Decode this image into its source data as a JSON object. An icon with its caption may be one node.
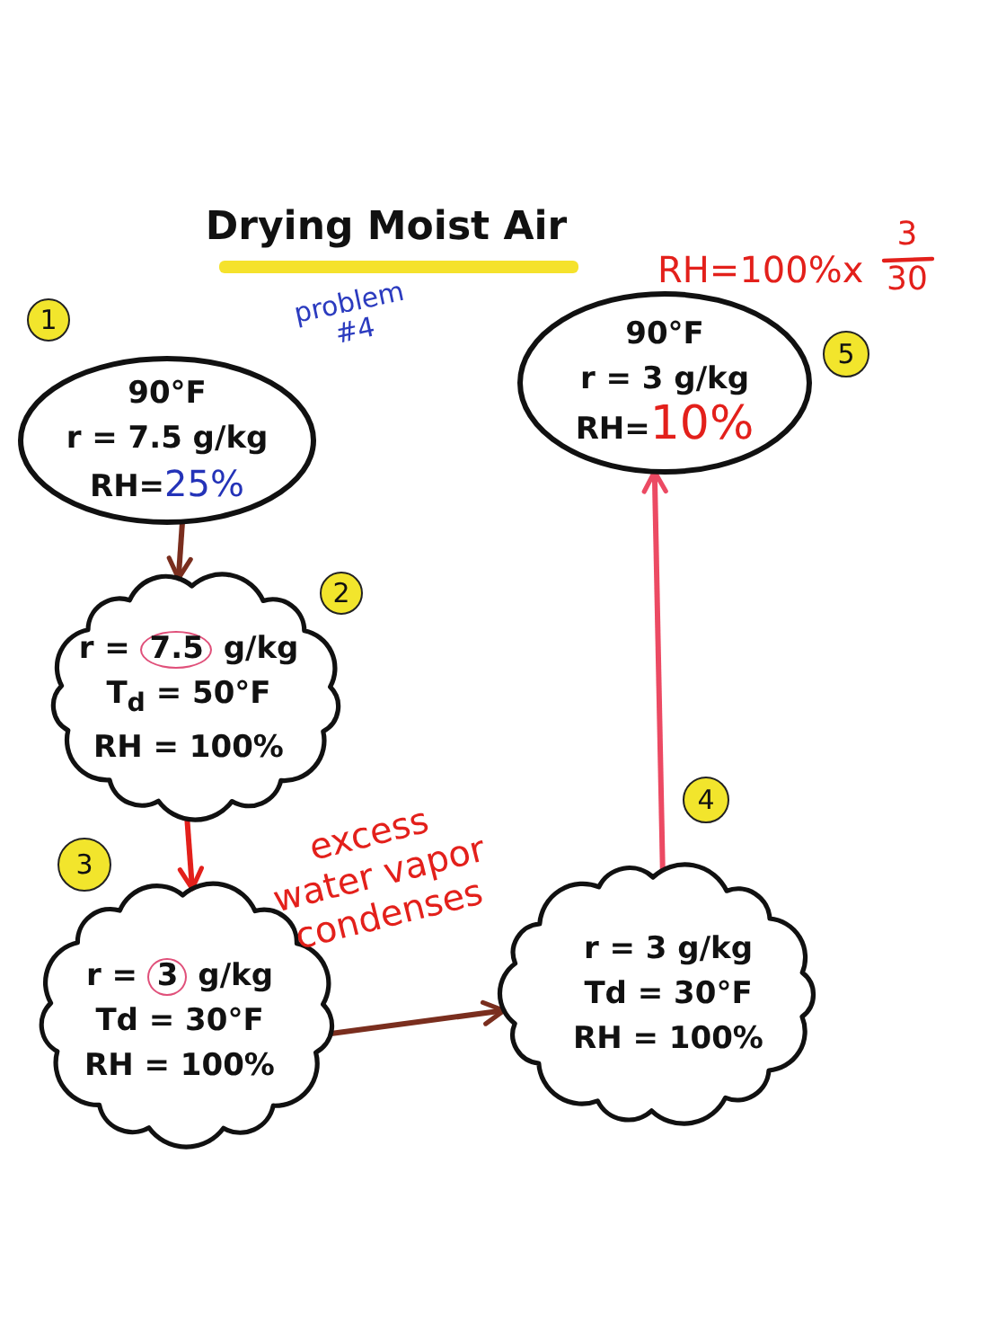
{
  "diagram": {
    "title": "Drying Moist Air",
    "nodes": [
      {
        "text": [
          "90°F",
          "r = 7.5 g/kg",
          "RH=25%"
        ],
        "beside": [
          "1"
        ]
      },
      {
        "text": [
          "r = 7.5 g/kg",
          "T$_{d}$ = 50°F",
          "RH = 100%"
        ],
        "beside": [
          "2"
        ]
      },
      {
        "text": [
          "r = 3 g/kg",
          "Td = 30°F",
          "RH = 100%"
        ],
        "beside": [
          "3"
        ]
      },
      {
        "text": [
          "r = 3 g/kg",
          "Td = 30°F",
          "RH = 100%"
        ],
        "beside": [
          "4"
        ]
      },
      {
        "text": [
          "90°F",
          "r = 3 g/kg",
          "RH=10%"
        ],
        "beside": [
          "5"
        ]
      }
    ],
    "edges": [
      {
        "from": 0,
        "to": 1,
        "arrow": "to"
      },
      {
        "from": 1,
        "to": 2,
        "arrow": "to",
        "label": "excess water vapor condenses",
        "color": "#e3201b"
      },
      {
        "from": 2,
        "to": 3,
        "arrow": "to"
      },
      {
        "from": 3,
        "to": 4,
        "arrow": "to",
        "color": "#ec4a63"
      }
    ],
    "labels": [
      "problem #4",
      "RH=100%x",
      "3",
      "30"
    ]
  }
}
